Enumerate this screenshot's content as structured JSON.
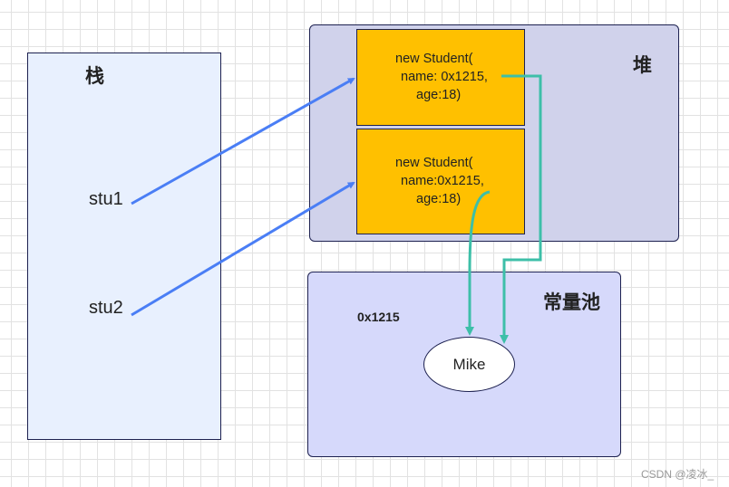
{
  "stack": {
    "title": "栈",
    "vars": [
      "stu1",
      "stu2"
    ]
  },
  "heap": {
    "title": "堆",
    "objects": [
      {
        "line1": "new Student(",
        "line2": "name: 0x1215,",
        "line3": "age:18)"
      },
      {
        "line1": "new Student(",
        "line2": "name:0x1215,",
        "line3": "age:18)"
      }
    ]
  },
  "pool": {
    "title": "常量池",
    "address": "0x1215",
    "value": "Mike"
  },
  "watermark": "CSDN @凌冰_",
  "colors": {
    "reference_arrow": "#4a7ef5",
    "string_arrow": "#3dbfa8",
    "object_fill": "#ffc000"
  }
}
